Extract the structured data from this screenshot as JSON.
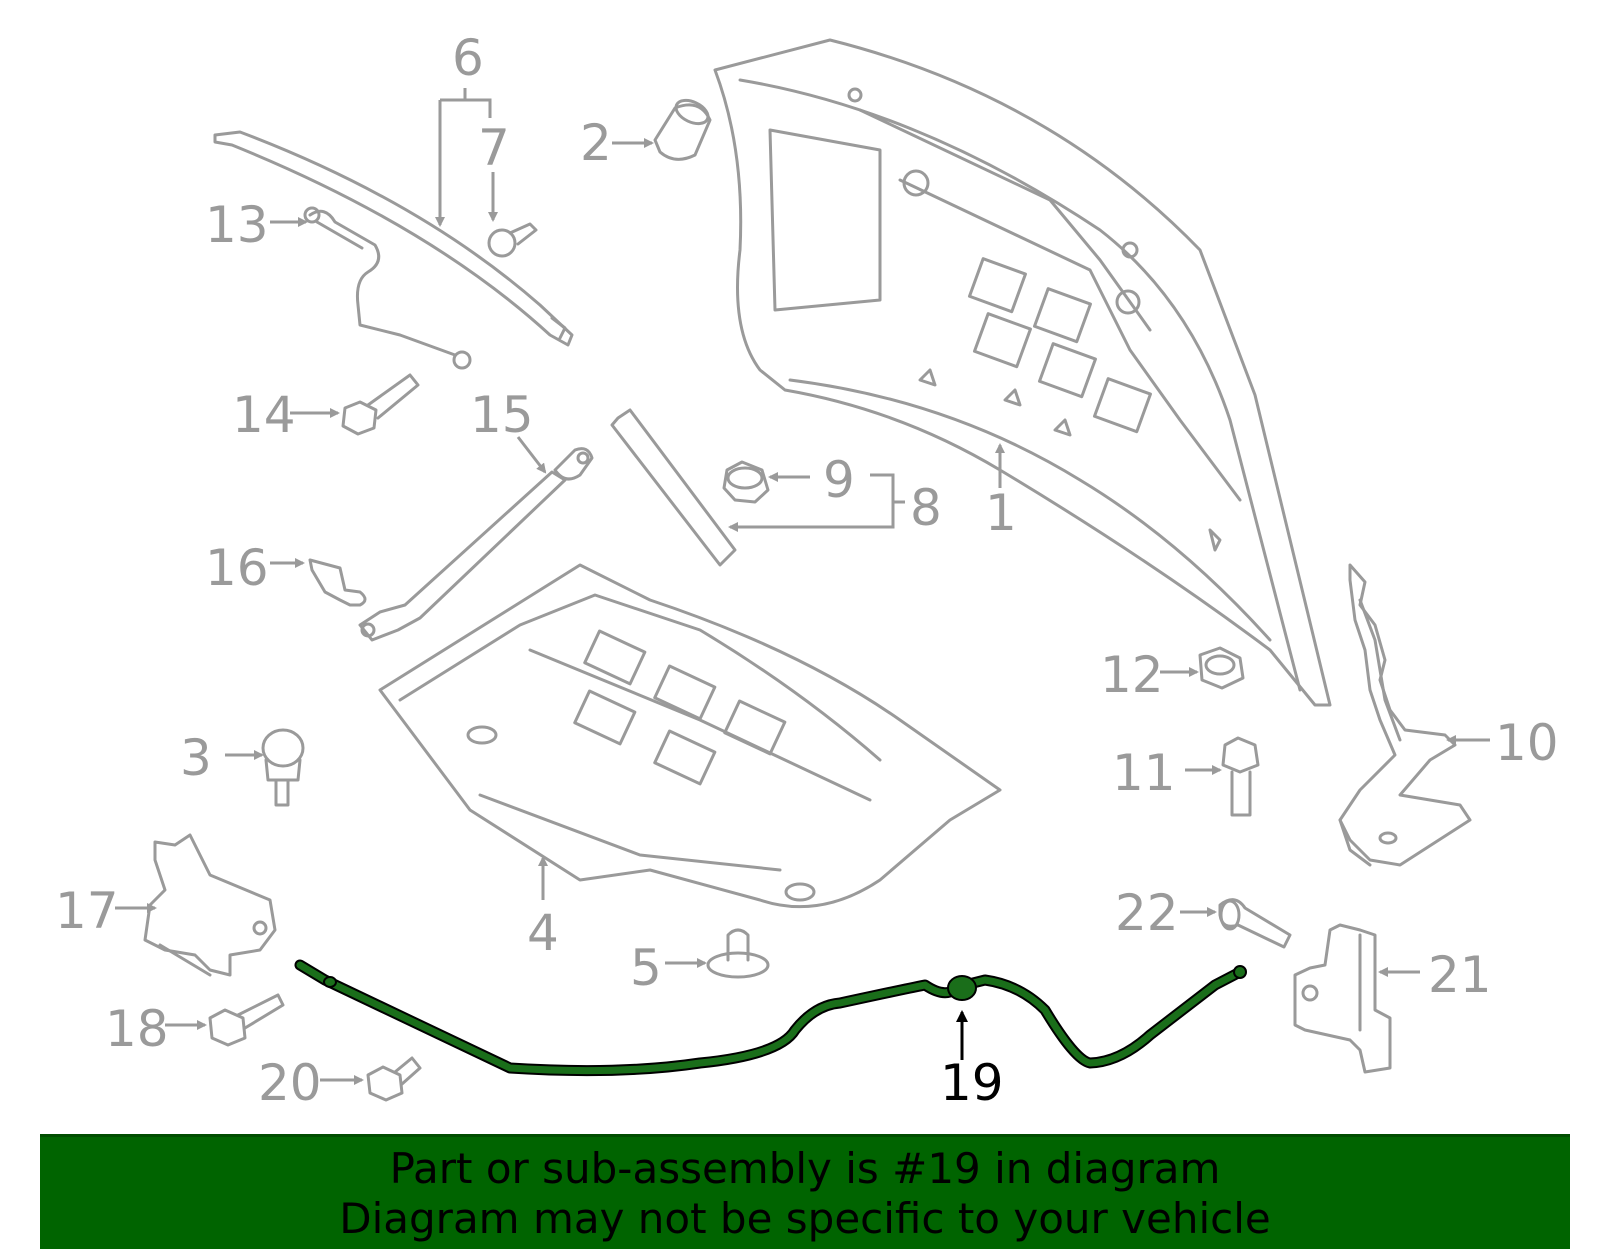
{
  "callouts": {
    "n1": "1",
    "n2": "2",
    "n3": "3",
    "n4": "4",
    "n5": "5",
    "n6": "6",
    "n7": "7",
    "n8": "8",
    "n9": "9",
    "n10": "10",
    "n11": "11",
    "n12": "12",
    "n13": "13",
    "n14": "14",
    "n15": "15",
    "n16": "16",
    "n17": "17",
    "n18": "18",
    "n19": "19",
    "n20": "20",
    "n21": "21",
    "n22": "22"
  },
  "highlight": {
    "part": "19",
    "color": "#1a6e1a"
  },
  "banner": {
    "line1": "Part or sub-assembly is #19 in diagram",
    "line2": "Diagram may not be specific to your vehicle",
    "color": "#006400"
  }
}
